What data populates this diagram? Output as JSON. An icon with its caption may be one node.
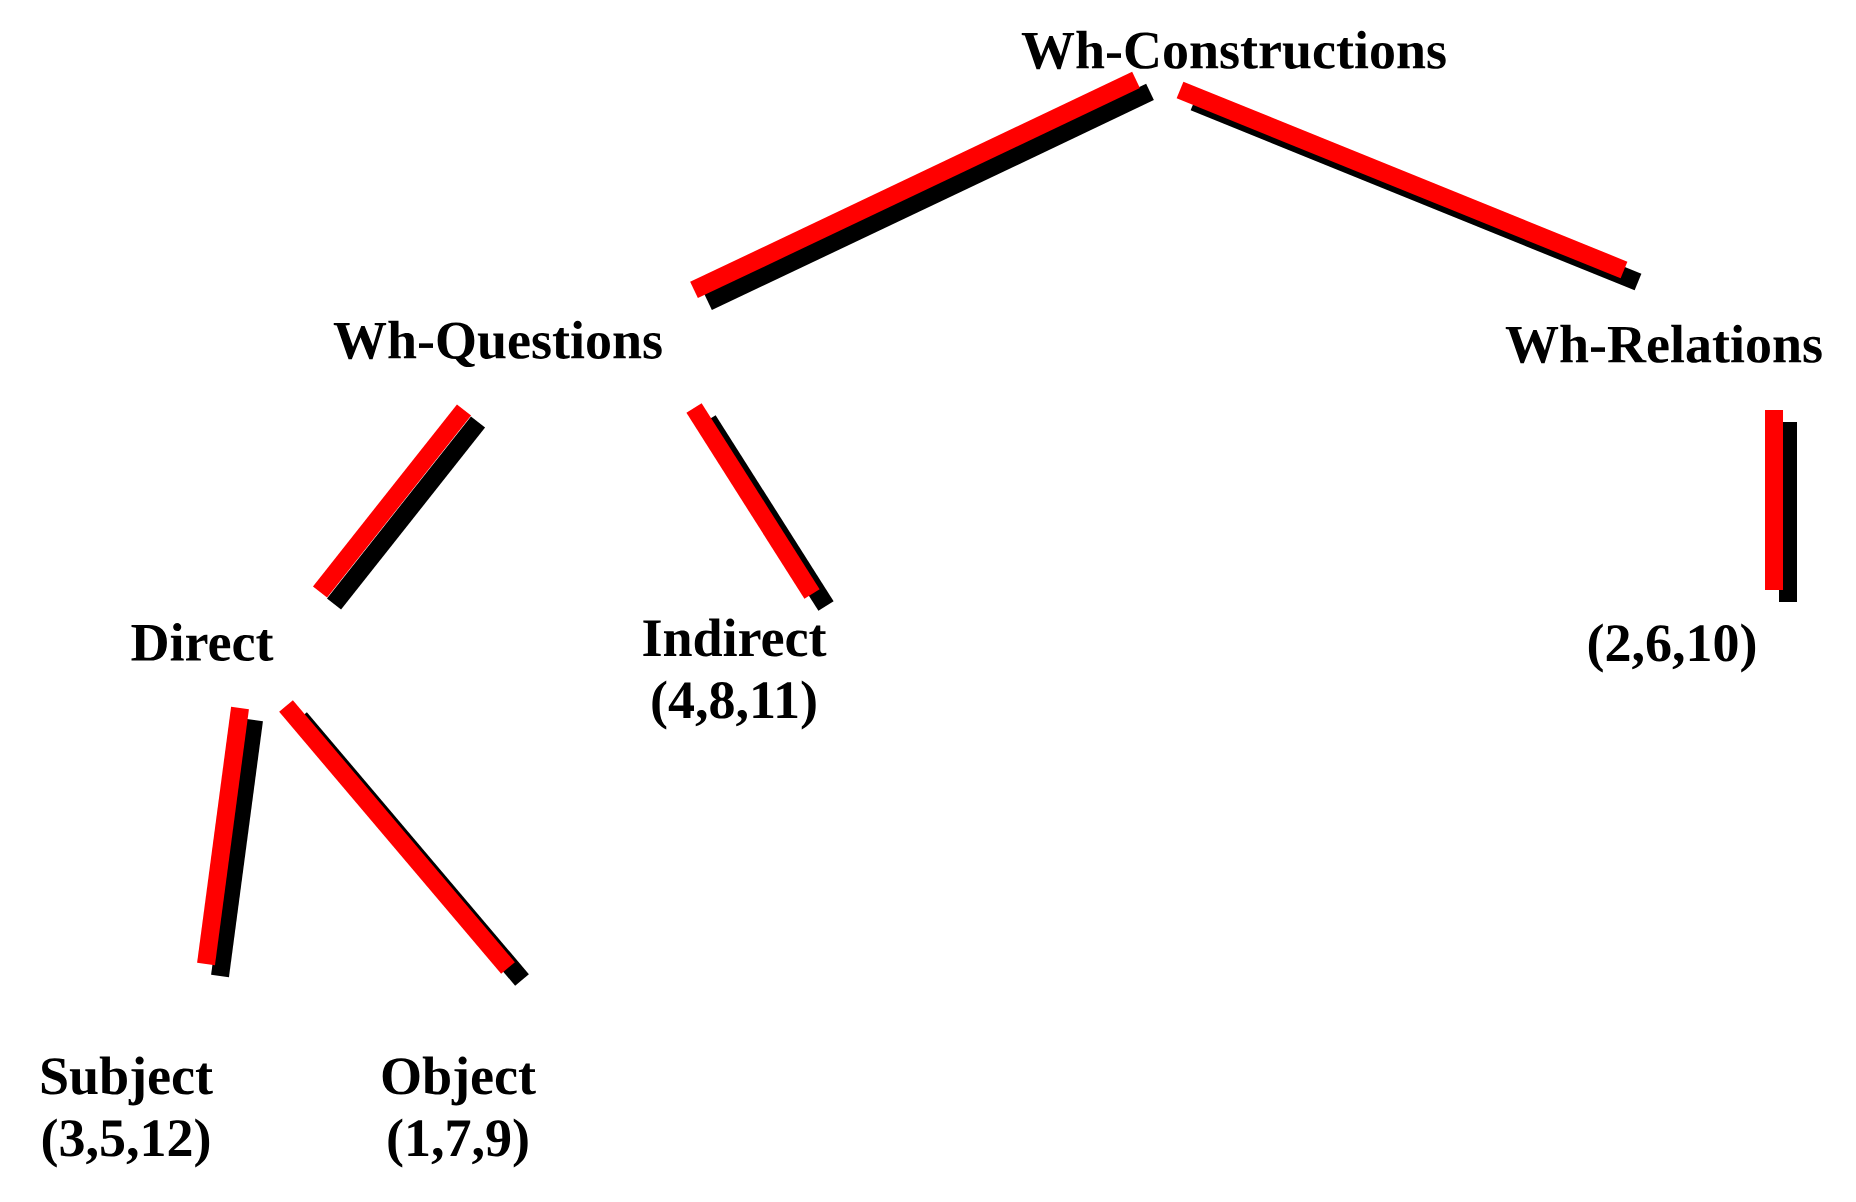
{
  "diagram": {
    "nodes": [
      {
        "text": [
          "Wh-Constructions"
        ]
      },
      {
        "text": [
          "Wh-Questions"
        ]
      },
      {
        "text": [
          "Wh-Relations"
        ]
      },
      {
        "text": [
          "Direct"
        ]
      },
      {
        "text": [
          "Indirect",
          "(4,8,11)"
        ]
      },
      {
        "text": [
          "(2,6,10)"
        ]
      },
      {
        "text": [
          "Subject",
          "(3,5,12)"
        ]
      },
      {
        "text": [
          "Object",
          "(1,7,9)"
        ]
      }
    ],
    "edges": [
      {
        "from": 0,
        "to": 1,
        "arrow": "none",
        "color": "#ff0000"
      },
      {
        "from": 0,
        "to": 2,
        "arrow": "none",
        "color": "#ff0000"
      },
      {
        "from": 1,
        "to": 3,
        "arrow": "none",
        "color": "#ff0000"
      },
      {
        "from": 1,
        "to": 4,
        "arrow": "none",
        "color": "#ff0000"
      },
      {
        "from": 2,
        "to": 5,
        "arrow": "none",
        "color": "#ff0000"
      },
      {
        "from": 3,
        "to": 6,
        "arrow": "none",
        "color": "#ff0000"
      },
      {
        "from": 3,
        "to": 7,
        "arrow": "none",
        "color": "#ff0000"
      }
    ]
  }
}
